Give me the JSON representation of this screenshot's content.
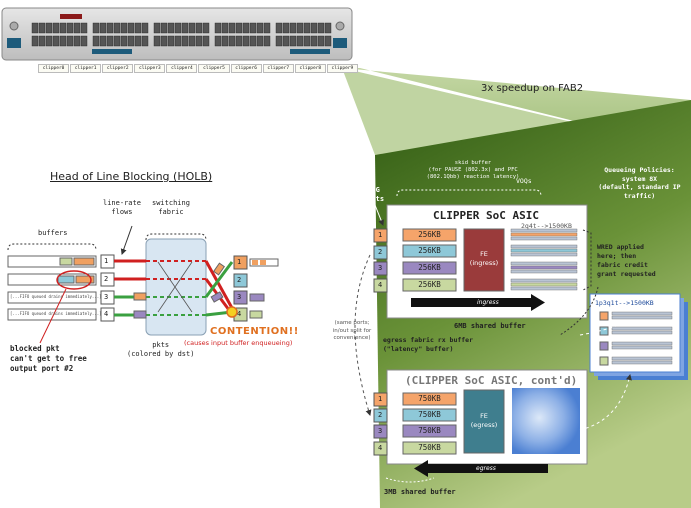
{
  "speedup_label": "3x speedup on FAB2",
  "line_card": {
    "port_labels": [
      "clipper0",
      "clipper1",
      "clipper2",
      "clipper3",
      "clipper4",
      "clipper5",
      "clipper6",
      "clipper7",
      "clipper8",
      "clipper9"
    ]
  },
  "holb": {
    "title": "Head of Line Blocking (HOLB)",
    "buffers_label": "buffers",
    "line_rate_label": "line-rate\nflows",
    "fabric_label": "switching\nfabric",
    "fifo_text": "[...FIFO queued drains immediately...]",
    "input_ports": [
      "1",
      "2",
      "3",
      "4"
    ],
    "output_ports": [
      "1",
      "2",
      "3",
      "4"
    ],
    "blocked_label": "blocked pkt\ncan't get to free\noutput port #2",
    "pkts_label": "pkts\n(colored by dst)",
    "contention_label": "CONTENTION!!",
    "contention_sub": "(causes input buffer enqueueing)"
  },
  "asic": {
    "skid_buffer": "skid buffer\n(for PAUSE (802.3x) and PFC\n(802.1Qbb) reaction latency)",
    "voqs_label": "VOQs",
    "queueing_policies": "Queueing Policies:\nsystem 8X\n(default, standard IP\ntraffic)",
    "tengig_ports": "10G\nports",
    "ingress_title": "CLIPPER SoC ASIC",
    "ingress_buffers": [
      "256KB",
      "256KB",
      "256KB",
      "256KB"
    ],
    "fe_ingress": "FE\n(ingress)",
    "voq_size": "2q4t-->1500KB",
    "ingress_arrow": "ingress",
    "ingress_shared": "6MB shared buffer",
    "wred_note": "WRED applied\nhere; then\nfabric credit\ngrant requested",
    "egress_queue": "1p3q1t-->1500KB",
    "same_ports_note": "(same ports;\nin/out split for\nconvenience)",
    "egress_fabric_label": "egress fabric rx buffer\n(\"latency\" buffer)",
    "egress_title": "(CLIPPER SoC ASIC, cont'd)",
    "egress_buffers": [
      "750KB",
      "750KB",
      "750KB",
      "750KB"
    ],
    "fe_egress": "FE\n(egress)",
    "egress_arrow": "egress",
    "egress_shared": "3MB shared buffer",
    "port_numbers": [
      "1",
      "2",
      "3",
      "4"
    ]
  },
  "colors": {
    "port1": "#f0a060",
    "port2": "#8ec8d8",
    "port3": "#9a88c0",
    "port4": "#c8d8a0",
    "green_panel": "#4e7a28",
    "fe": "#9a3b3b",
    "contention": "#e07020"
  }
}
